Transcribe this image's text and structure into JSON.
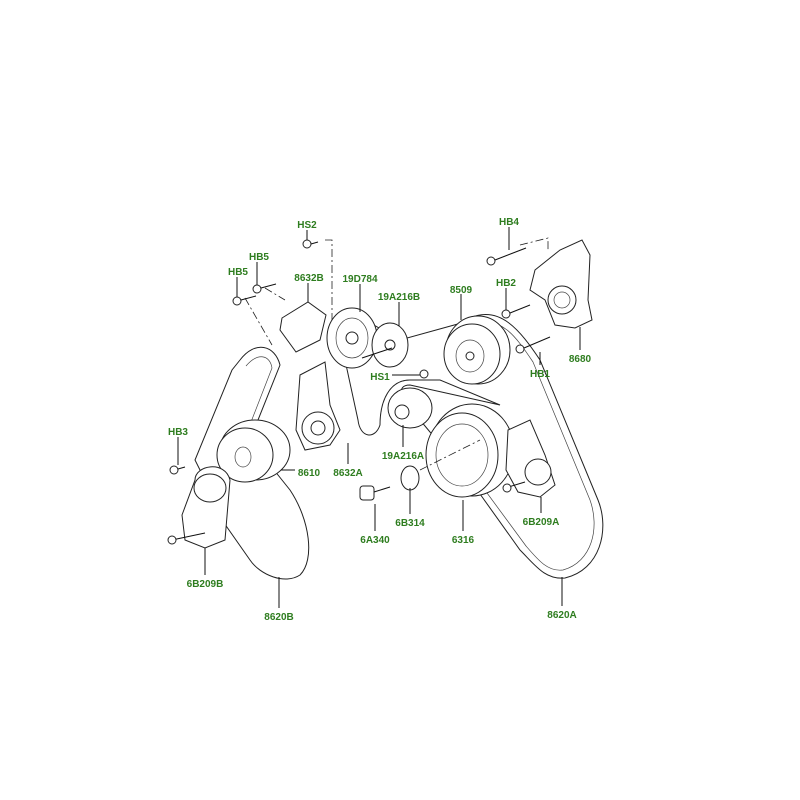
{
  "diagram": {
    "title": "Accessory drive belt and pulleys",
    "label_color": "#2e7d1f",
    "callouts": {
      "hs2": "HS2",
      "hb5_upper": "HB5",
      "hb5_lower": "HB5",
      "p8632b": "8632B",
      "p19d784": "19D784",
      "p19a216b": "19A216B",
      "p8509": "8509",
      "hb4": "HB4",
      "hb2": "HB2",
      "p8680": "8680",
      "hb1": "HB1",
      "hs1": "HS1",
      "hb3": "HB3",
      "p8610": "8610",
      "p8632a": "8632A",
      "p19a216a": "19A216A",
      "p6b314": "6B314",
      "p6a340": "6A340",
      "p6316": "6316",
      "p6b209a": "6B209A",
      "p6b209b": "6B209B",
      "p8620b": "8620B",
      "p8620a": "8620A"
    }
  }
}
